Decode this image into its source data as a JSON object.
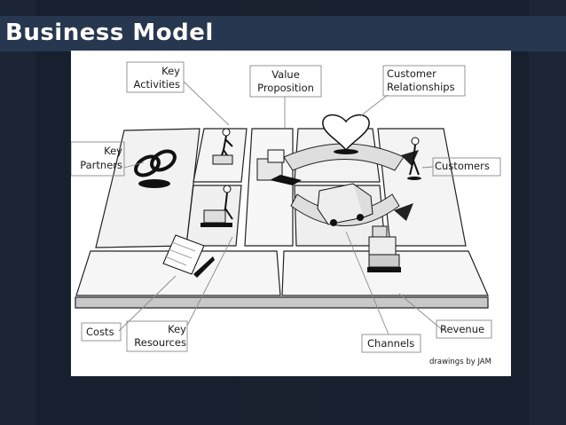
{
  "slide": {
    "title": "Business Model"
  },
  "diagram": {
    "blocks": {
      "key_activities": [
        "Key",
        "Activities"
      ],
      "value_proposition": [
        "Value",
        "Proposition"
      ],
      "customer_relationships": [
        "Customer",
        "Relationships"
      ],
      "key_partners": [
        "Key",
        "Partners"
      ],
      "customers": "Customers",
      "costs": "Costs",
      "key_resources": [
        "Key",
        "Resources"
      ],
      "channels": "Channels",
      "revenue": "Revenue"
    },
    "credit": "drawings by JAM"
  }
}
